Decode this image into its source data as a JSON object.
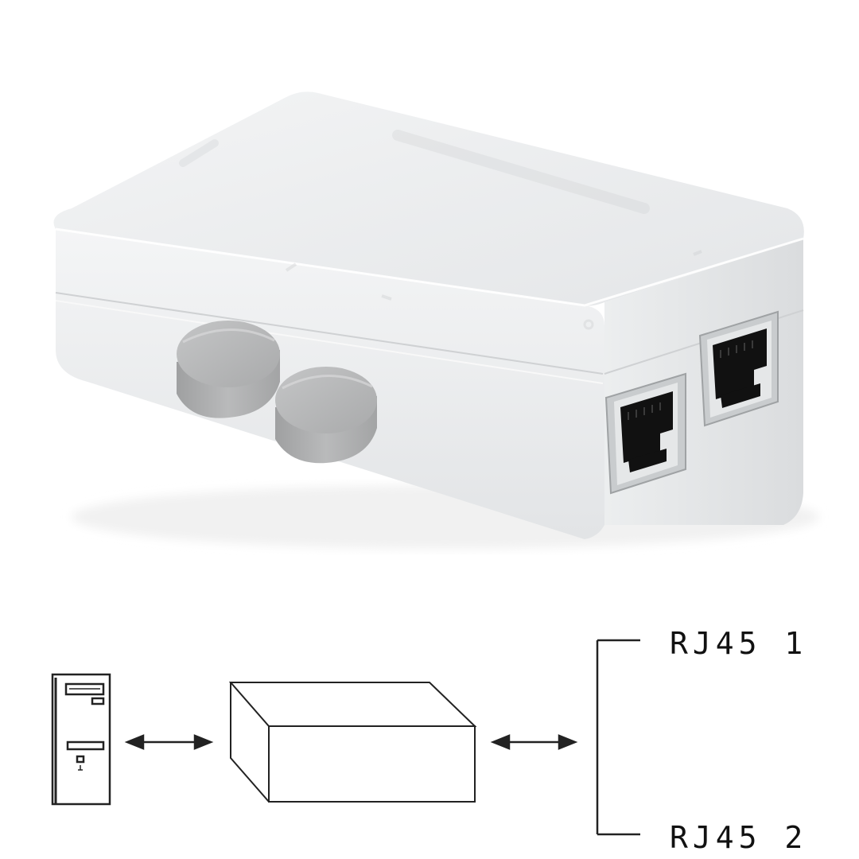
{
  "product": {
    "name": "rj45-2-port-manual-switch-box",
    "body_color": "#eef0f1",
    "button_color": "#b6b7b8",
    "port_shell_color": "#cfd2d4",
    "port_cavity_color": "#111111"
  },
  "diagram": {
    "line_color": "#222222",
    "ports": [
      {
        "label": "RJ45 1"
      },
      {
        "label": "RJ45 2"
      }
    ]
  }
}
